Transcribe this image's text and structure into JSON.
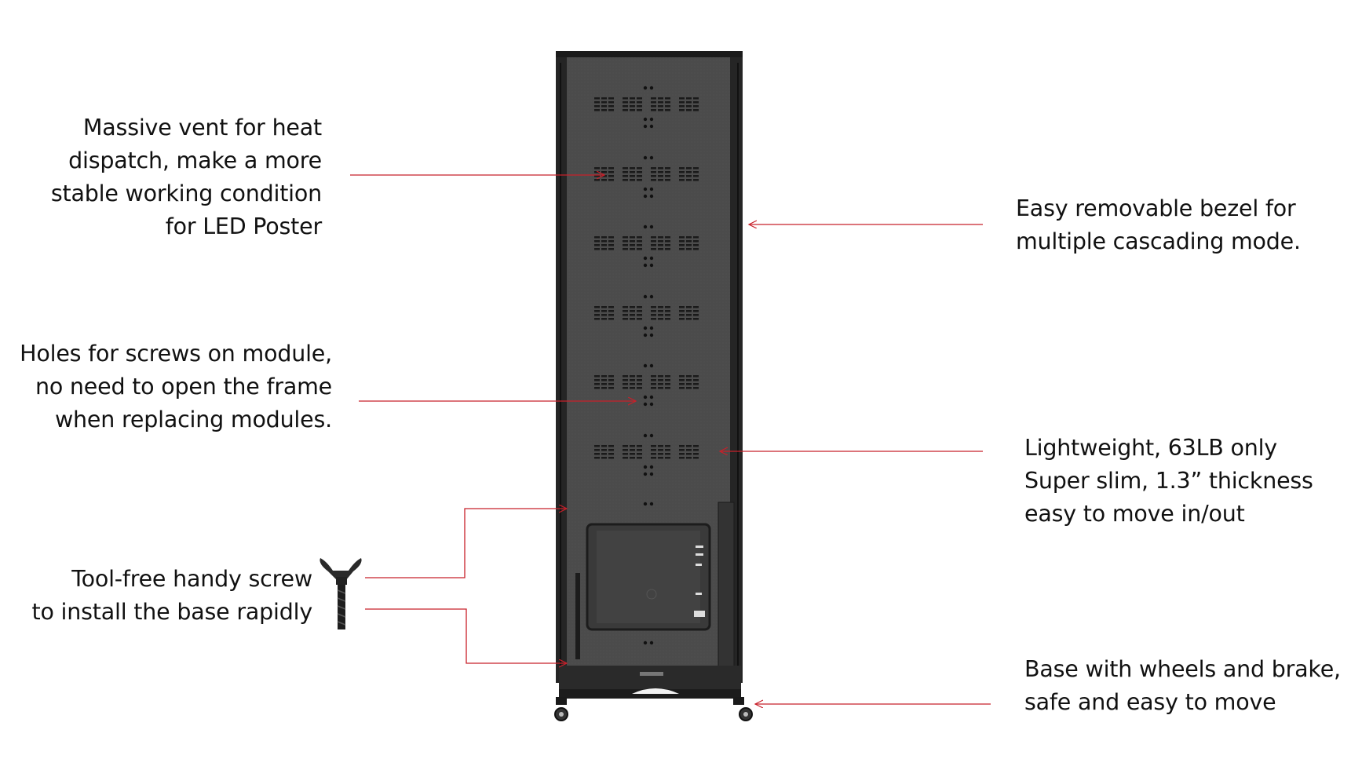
{
  "annotations": {
    "vent": "Massive vent for heat\ndispatch, make a more\nstable working condition\nfor LED Poster",
    "bezel": "Easy removable bezel for\nmultiple cascading mode.",
    "holes": "Holes for screws on module,\nno need to open the frame\nwhen replacing modules.",
    "weight": "Lightweight, 63LB only\nSuper slim, 1.3” thickness\neasy to move in/out",
    "screw": "Tool-free handy screw\nto install the base rapidly",
    "base": "Base with wheels and brake,\nsafe and easy to move"
  },
  "colors": {
    "leader_line": "#c8202a",
    "cabinet_frame": "#2b2b2b",
    "cabinet_panel": "#4a4a4a",
    "control_box": "#3c3c3c"
  }
}
